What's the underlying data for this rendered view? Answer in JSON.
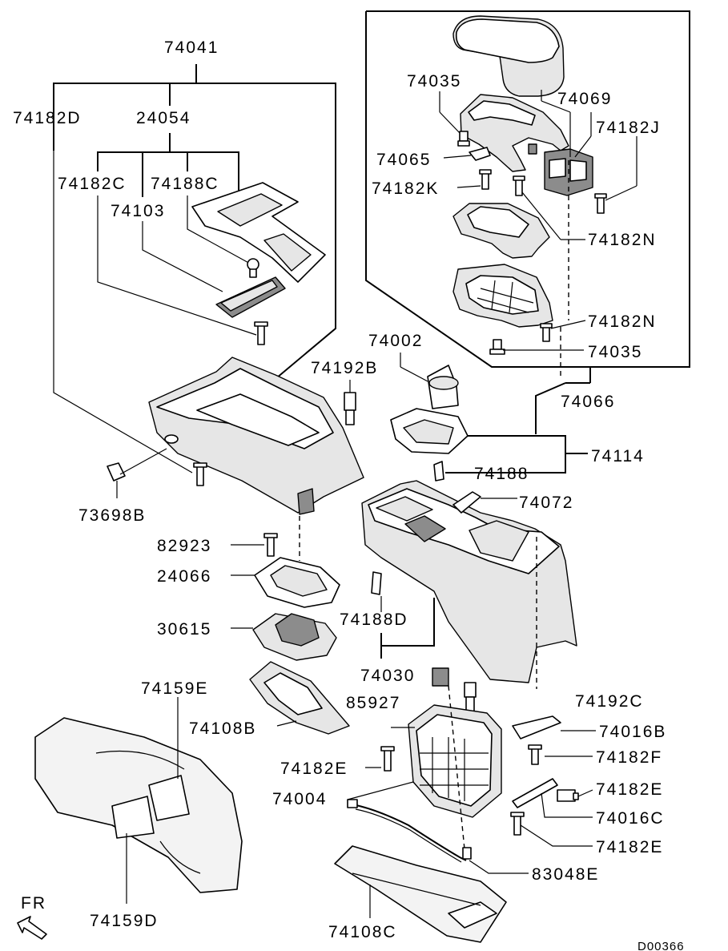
{
  "diagram": {
    "labels": {
      "p74041": "74041",
      "p74182D": "74182D",
      "p24054": "24054",
      "p74182C": "74182C",
      "p74188C": "74188C",
      "p74103": "74103",
      "p74035_top": "74035",
      "p74069": "74069",
      "p74182J": "74182J",
      "p74065": "74065",
      "p74182K": "74182K",
      "p74182N_a": "74182N",
      "p74182N_b": "74182N",
      "p74035_bot": "74035",
      "p74002": "74002",
      "p74066": "74066",
      "p74192B": "74192B",
      "p74114": "74114",
      "p74188": "74188",
      "p74072": "74072",
      "p73698B": "73698B",
      "p82923": "82923",
      "p24066": "24066",
      "p30615": "30615",
      "p74188D": "74188D",
      "p74030": "74030",
      "p74159E": "74159E",
      "p74108B": "74108B",
      "p85927": "85927",
      "p74192C": "74192C",
      "p74016B": "74016B",
      "p74182F": "74182F",
      "p74182E_a": "74182E",
      "p74182E_b": "74182E",
      "p74182E_c": "74182E",
      "p74004": "74004",
      "p74016C": "74016C",
      "p83048E": "83048E",
      "p74159D": "74159D",
      "p74108C": "74108C",
      "fr": "FR",
      "drawing_id": "D00366"
    }
  }
}
